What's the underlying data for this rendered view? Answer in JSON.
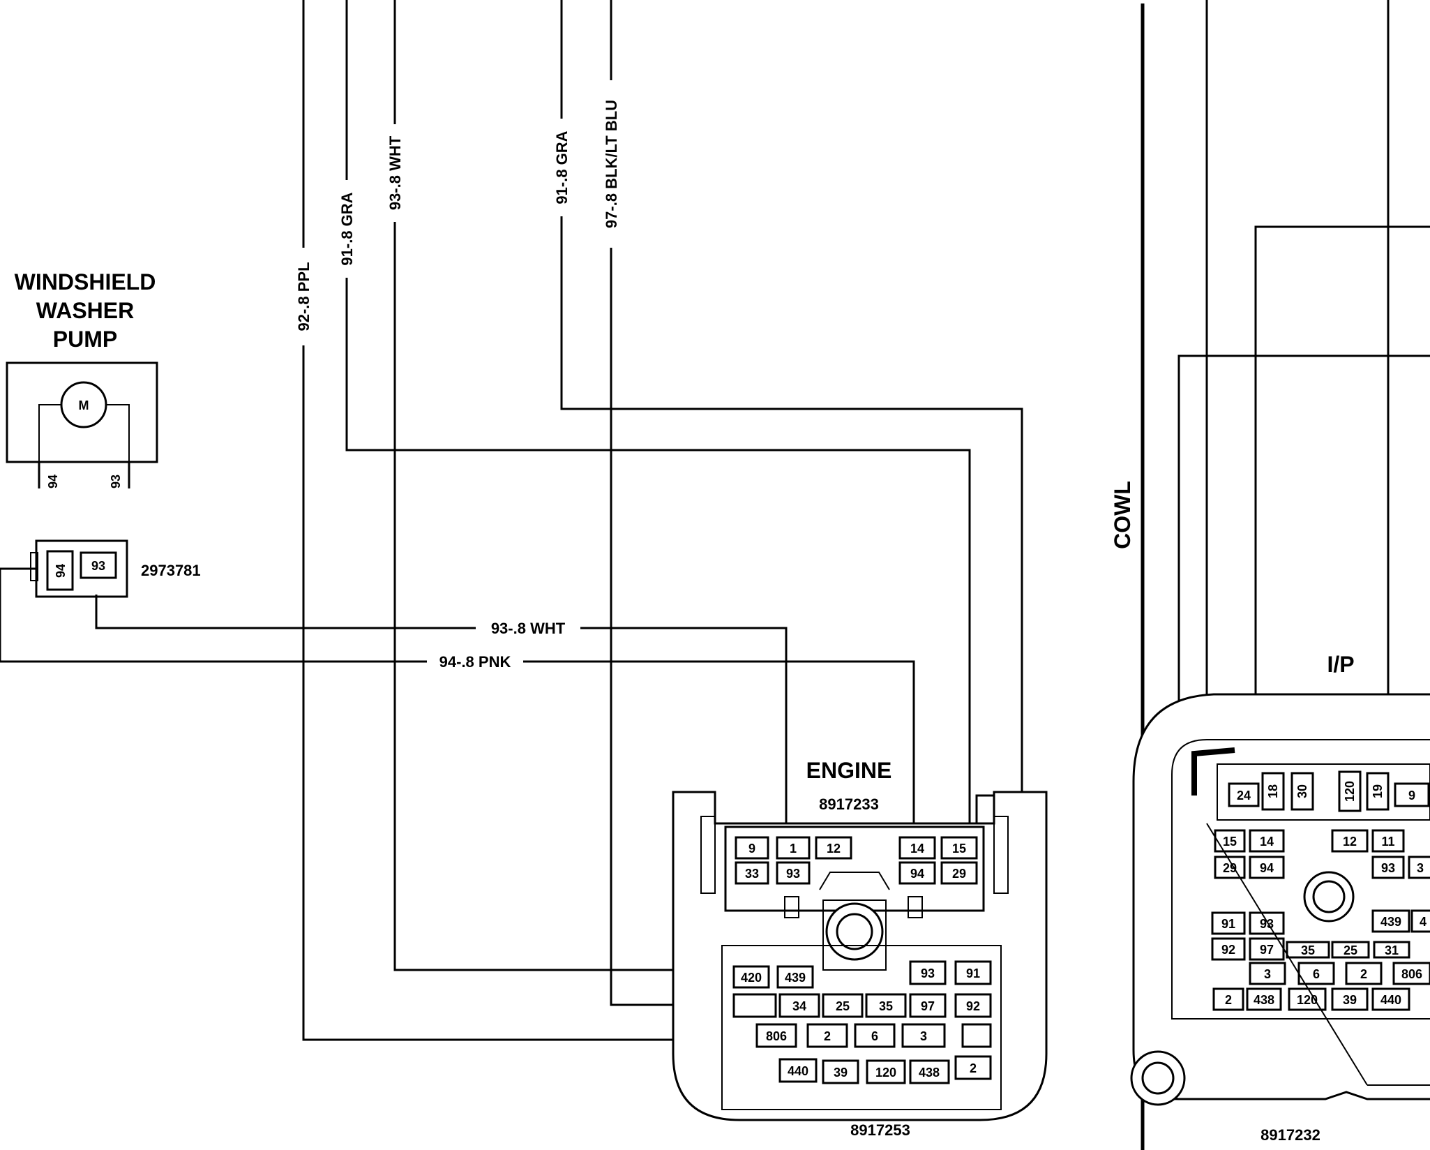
{
  "washer_pump": {
    "title_lines": [
      "WINDSHIELD",
      "WASHER",
      "PUMP"
    ],
    "motor_symbol": "M",
    "terminal_left": "94",
    "terminal_right": "93"
  },
  "pump_connector": {
    "part_number": "2973781",
    "cavities": [
      "94",
      "93"
    ]
  },
  "wires": {
    "ppl": "92-.8 PPL",
    "gra_left": "91-.8 GRA",
    "wht_vertical": "93-.8 WHT",
    "gra_right": "91-.8 GRA",
    "blk_lt_blu": "97-.8 BLK/LT BLU",
    "wht_horizontal": "93-.8 WHT",
    "pnk_horizontal": "94-.8 PNK"
  },
  "engine_connector": {
    "title": "ENGINE",
    "upper_part_number": "8917233",
    "lower_part_number": "8917253",
    "upper_row1": [
      "9",
      "1",
      "12",
      "14",
      "15"
    ],
    "upper_row2": [
      "33",
      "93",
      "94",
      "29"
    ],
    "lower_row1": [
      "420",
      "439",
      "93",
      "91"
    ],
    "lower_row2": [
      "34",
      "25",
      "35",
      "97",
      "92"
    ],
    "lower_row3": [
      "806",
      "2",
      "6",
      "3"
    ],
    "lower_row4": [
      "440",
      "39",
      "120",
      "438",
      "2"
    ]
  },
  "cowl_label": "COWL",
  "ip_connector": {
    "title": "I/P",
    "part_number": "8917232",
    "row_top": [
      "24",
      "18",
      "30",
      "120",
      "19",
      "9"
    ],
    "row_a": [
      "15",
      "14",
      "12",
      "11"
    ],
    "row_b": [
      "29",
      "94",
      "93",
      "3"
    ],
    "row_c": [
      "91",
      "93",
      "439",
      "4"
    ],
    "row_d": [
      "92",
      "97",
      "35",
      "25",
      "31"
    ],
    "row_e": [
      "3",
      "6",
      "2",
      "806"
    ],
    "row_f": [
      "2",
      "438",
      "120",
      "39",
      "440"
    ]
  }
}
